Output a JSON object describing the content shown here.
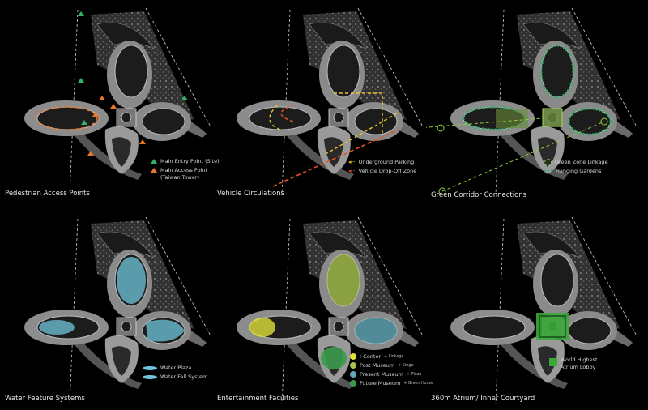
{
  "panels": [
    {
      "title": "Pedestrian Access Points",
      "legend": [
        {
          "label": "Main Entry Point (Site)",
          "color": "#2fb36a",
          "icon": "triangle-marker"
        },
        {
          "label": "Main Access Point (Taiwan Tower)",
          "color": "#e8762a",
          "icon": "triangle-marker"
        }
      ]
    },
    {
      "title": "Vehicle Circulations",
      "legend": [
        {
          "label": "Underground Parking",
          "color": "#e8c62a",
          "icon": "dashed-arrow"
        },
        {
          "label": "Vehicle Drop-Off Zone",
          "color": "#e8502a",
          "icon": "dashed-arrow"
        }
      ]
    },
    {
      "title": "Green Corridor Connections",
      "legend": [
        {
          "label": "Green Zone Linkage",
          "color": "#8fd13a",
          "icon": "dashed-circle"
        },
        {
          "label": "Hanging Gardens",
          "color": "#3aa86a",
          "icon": "wavy-stroke"
        }
      ]
    },
    {
      "title": "Water Feature Systems",
      "legend": [
        {
          "label": "Water Plaza",
          "color": "#6fc6dc",
          "icon": "water-swatch"
        },
        {
          "label": "Water Fall System",
          "color": "#6fc6dc",
          "icon": "water-swatch"
        }
      ]
    },
    {
      "title": "Entertainment Facilities",
      "legend": [
        {
          "label": "I-Center",
          "sub": "+ Linkage",
          "color": "#dede3a",
          "icon": "dot"
        },
        {
          "label": "Post Museum",
          "sub": "+ Stage",
          "color": "#a8c24a",
          "icon": "dot"
        },
        {
          "label": "Present Museum",
          "sub": "+ Plaza",
          "color": "#5fa8b8",
          "icon": "dot"
        },
        {
          "label": "Future Museum",
          "sub": "+ Green House",
          "color": "#3a9a4a",
          "icon": "dot"
        }
      ]
    },
    {
      "title": "360m Atrium/ Inner Courtyard",
      "legend": [
        {
          "label": "World Highest Atrium Lobby",
          "color": "#3aa83a",
          "icon": "square-swatch"
        }
      ]
    }
  ]
}
